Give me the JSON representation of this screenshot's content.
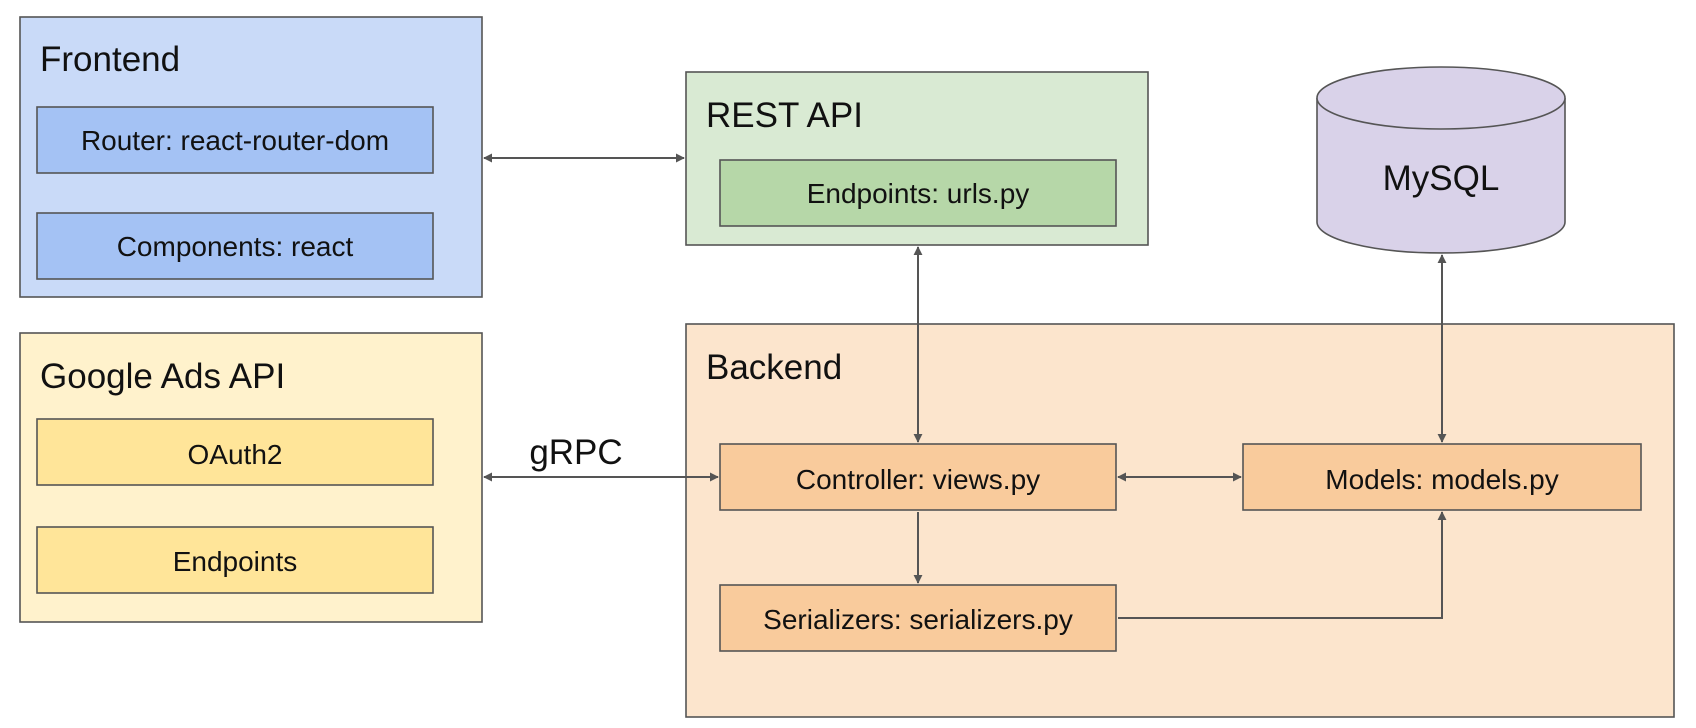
{
  "colors": {
    "frontend_fill": "#c9daf8",
    "frontend_inner": "#a4c2f4",
    "rest_fill": "#d9ead3",
    "rest_inner": "#b6d7a8",
    "google_fill": "#fff2cc",
    "google_inner": "#ffe599",
    "backend_fill": "#fce5cd",
    "backend_inner": "#f9cb9c",
    "db_fill": "#d9d2e9",
    "stroke": "#555555"
  },
  "frontend": {
    "title": "Frontend",
    "router": "Router: react-router-dom",
    "components": "Components: react"
  },
  "rest_api": {
    "title": "REST API",
    "endpoints": "Endpoints: urls.py"
  },
  "database": {
    "label": "MySQL",
    "shape": "cylinder"
  },
  "google_ads": {
    "title": "Google Ads API",
    "oauth": "OAuth2",
    "endpoints": "Endpoints"
  },
  "backend": {
    "title": "Backend",
    "controller": "Controller: views.py",
    "models": "Models: models.py",
    "serializers": "Serializers: serializers.py"
  },
  "connections": {
    "grpc_label": "gRPC"
  }
}
